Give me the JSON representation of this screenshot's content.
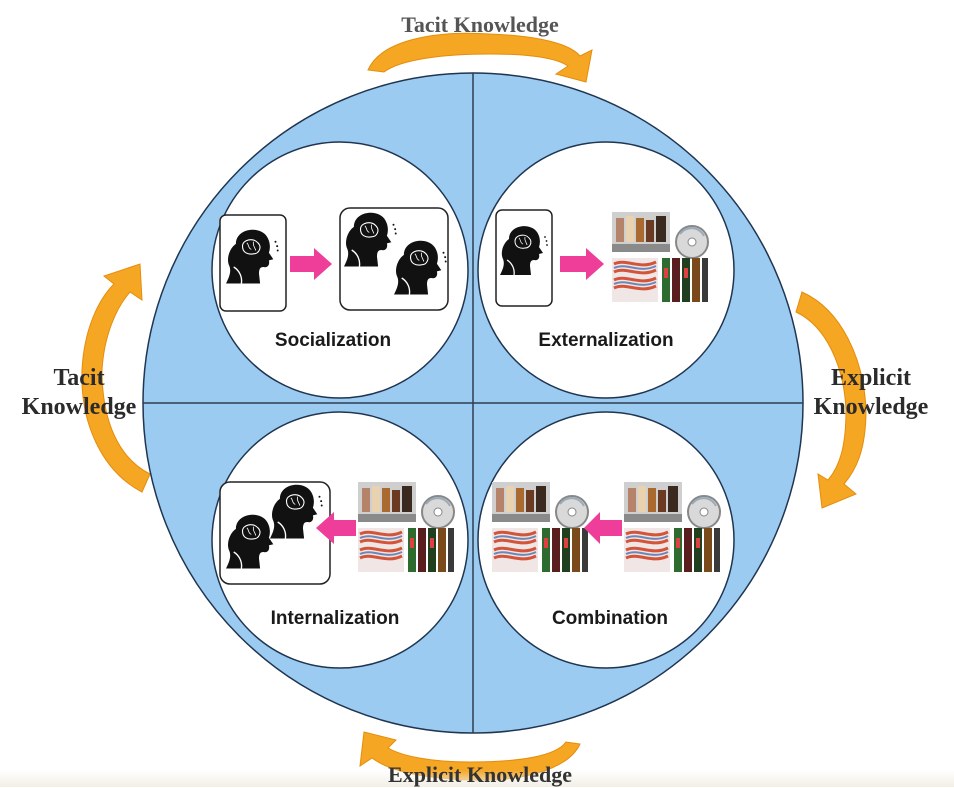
{
  "labels": {
    "top": "Tacit Knowledge",
    "bottom": "Explicit Knowledge",
    "left_line1": "Tacit",
    "left_line2": "Knowledge",
    "right_line1": "Explicit",
    "right_line2": "Knowledge"
  },
  "quadrants": {
    "socialization": "Socialization",
    "externalization": "Externalization",
    "internalization": "Internalization",
    "combination": "Combination"
  },
  "colors": {
    "outer_circle": "#9ccbf2",
    "quadrant_circle": "#ffffff",
    "arrow_orange": "#f5a623",
    "arrow_pink": "#ee3e9a",
    "divider": "#2c3e50",
    "head": "#111111"
  },
  "icons": {
    "head": "head-brain-icon",
    "documents": "documents-books-disc-icon"
  }
}
